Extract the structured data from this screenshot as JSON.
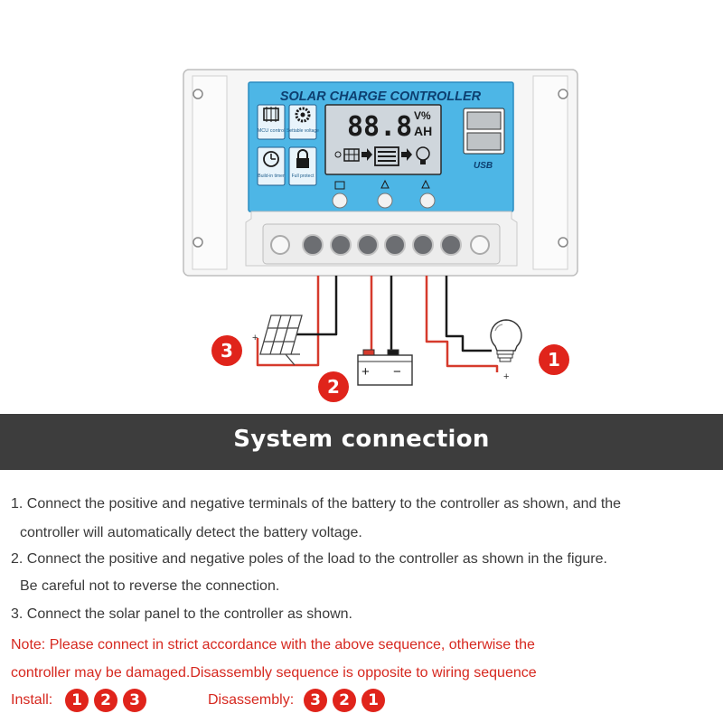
{
  "diagram": {
    "panel_title": "SOLAR CHARGE CONTROLLER",
    "lcd_digits": "88.8",
    "lcd_unit_top": "V%",
    "lcd_unit_bottom": "AH",
    "usb_label": "USB",
    "features": {
      "mcu": "MCU control",
      "settable": "Settable voltage",
      "timer": "Build-in timer",
      "protect": "Full protect"
    },
    "icons": [
      "chip-icon",
      "gear-icon",
      "clock-icon",
      "padlock-icon",
      "solar-panel-icon",
      "battery-icon",
      "bulb-icon",
      "menu-button-icon",
      "up-button-icon",
      "down-button-icon"
    ],
    "badges": {
      "solar": "3",
      "battery": "2",
      "load": "1"
    },
    "battery_terminals": {
      "positive": "+",
      "negative": "−"
    },
    "solar_sign": "+",
    "load_sign": "+",
    "red_wire_color": "#d63a2c",
    "black_wire_color": "#1a1a1a",
    "badge_color": "#e0241b",
    "panel_color": "#4db6e6"
  },
  "banner": {
    "title": "System connection"
  },
  "instructions": {
    "step1_line1": "1. Connect the positive and negative terminals of the battery to the controller as shown, and the",
    "step1_line2": "controller will automatically detect the battery voltage.",
    "step2_line1": "2. Connect the positive and negative poles of the load to the controller as shown in the figure.",
    "step2_line2": "Be careful not to reverse the connection.",
    "step3": "3. Connect the solar panel to the controller as shown.",
    "note_line1": "Note: Please connect in strict accordance with the above sequence, otherwise the",
    "note_line2": "controller may be damaged.Disassembly sequence is opposite to wiring sequence"
  },
  "sequence": {
    "install_label": "Install:",
    "install_order": [
      "1",
      "2",
      "3"
    ],
    "disassembly_label": "Disassembly:",
    "disassembly_order": [
      "3",
      "2",
      "1"
    ]
  }
}
